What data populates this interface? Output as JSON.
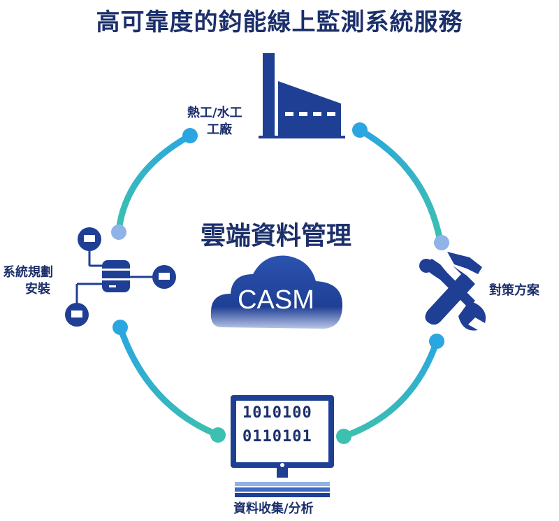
{
  "title": "高可靠度的鈞能線上監測系統服務",
  "center": {
    "heading": "雲端資料管理",
    "cloud_label": "CASM"
  },
  "nodes": {
    "plant": {
      "line1": "熱工/水工",
      "line2": "工廠"
    },
    "strategy": {
      "label": "對策方案"
    },
    "data": {
      "label": "資料收集/分析"
    },
    "install": {
      "line1": "系統規劃",
      "line2": "安裝"
    }
  },
  "monitor": {
    "row1": "1010100",
    "row2": "0110101"
  },
  "colors": {
    "navy": "#1b2f6b",
    "ring_blue": "#2aa6e0",
    "ring_teal": "#3cc0b0",
    "icon_blue": "#1f3f95"
  }
}
